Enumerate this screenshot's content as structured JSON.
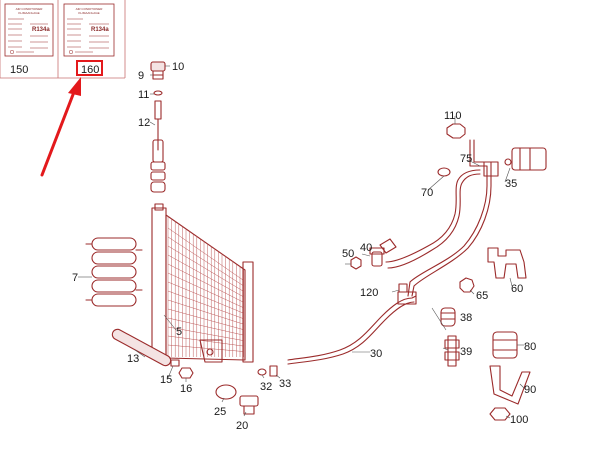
{
  "colors": {
    "part_stroke": "#9b2b2b",
    "highlight": "#e3191c",
    "text": "#1a1a1a"
  },
  "labels_panel": {
    "left_code": "150",
    "right_code": "160",
    "right_code_highlighted": true,
    "sticker_text": {
      "title_line_1": "AIR CONDITIONER",
      "title_line_2": "KLIMAANLAGE",
      "refrigerant": "R134a"
    }
  },
  "arrow": {
    "color": "#e3191c",
    "points_to": "160"
  },
  "callouts": {
    "n5": "5",
    "n7": "7",
    "n9": "9",
    "n10": "10",
    "n11": "11",
    "n12": "12",
    "n13": "13",
    "n15": "15",
    "n16": "16",
    "n20": "20",
    "n25": "25",
    "n30": "30",
    "n32": "32",
    "n33": "33",
    "n35": "35",
    "n38": "38",
    "n39": "39",
    "n40": "40",
    "n50": "50",
    "n60": "60",
    "n65": "65",
    "n70": "70",
    "n75": "75",
    "n80": "80",
    "n90": "90",
    "n100": "100",
    "n110": "110",
    "n120": "120"
  }
}
